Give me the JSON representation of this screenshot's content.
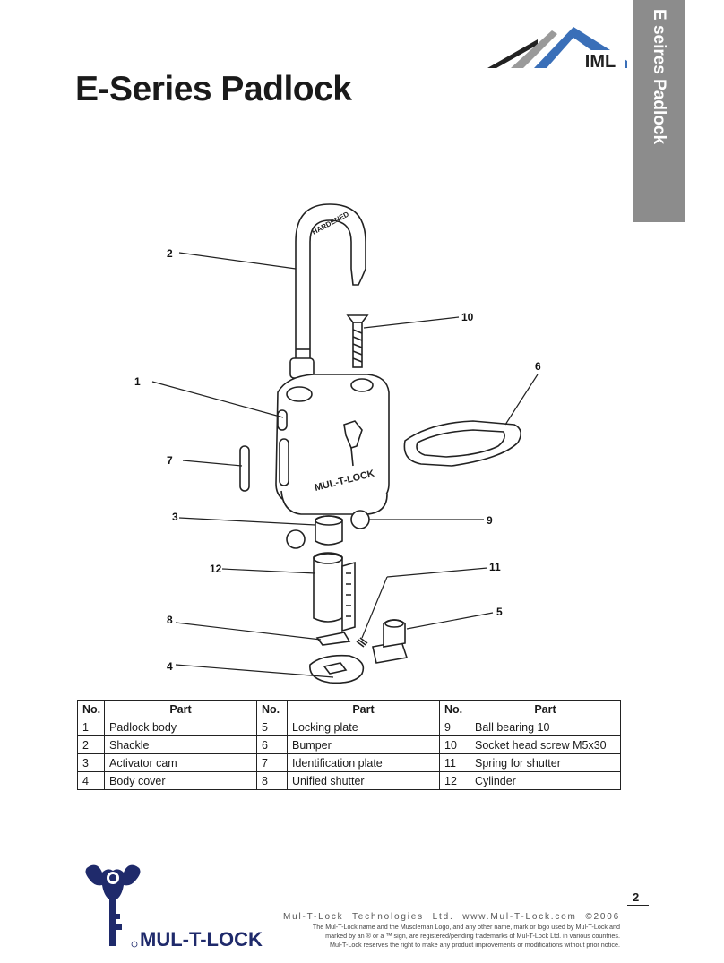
{
  "side_tab": {
    "label": "E seires Padlock"
  },
  "header_logo": {
    "text": "IML",
    "roof_colors": [
      "#3a6fb8",
      "#9a9a9a",
      "#222222"
    ]
  },
  "title": "E-Series Padlock",
  "diagram": {
    "shackle_engraving": "HARDENED",
    "body_brand": "MUL-T-LOCK",
    "callouts": [
      "1",
      "2",
      "3",
      "4",
      "5",
      "6",
      "7",
      "8",
      "9",
      "10",
      "11",
      "12"
    ]
  },
  "table": {
    "headers": [
      "No.",
      "Part",
      "No.",
      "Part",
      "No.",
      "Part"
    ],
    "rows": [
      [
        "1",
        "Padlock body",
        "5",
        "Locking plate",
        "9",
        "Ball bearing 10"
      ],
      [
        "2",
        "Shackle",
        "6",
        "Bumper",
        "10",
        "Socket head screw M5x30"
      ],
      [
        "3",
        "Activator cam",
        "7",
        "Identification plate",
        "11",
        "Spring for shutter"
      ],
      [
        "4",
        "Body cover",
        "8",
        "Unified shutter",
        "12",
        "Cylinder"
      ]
    ]
  },
  "page_number": "2",
  "footer": {
    "logo_text": "MUL-T-LOCK",
    "brand_color": "#1f2a6b",
    "company_line": "Mul-T-Lock Technologies Ltd.      www.Mul-T-Lock.com      ©2006",
    "legal_lines": [
      "The Mul-T-Lock name and the Muscleman Logo, and any other name, mark or logo used by Mul-T-Lock and",
      "marked by an ® or a ™ sign, are registered/pending trademarks of Mul-T-Lock Ltd. in various countries.",
      "Mul-T-Lock reserves the right to make any product improvements or modifications without prior notice."
    ]
  }
}
